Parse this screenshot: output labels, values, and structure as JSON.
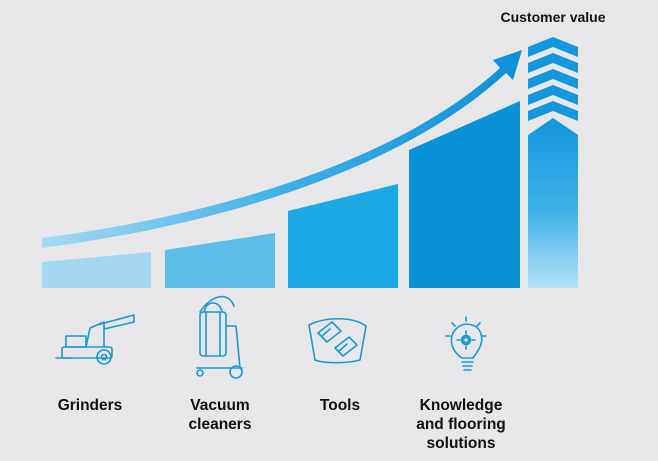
{
  "header": {
    "customer_value_label": "Customer value"
  },
  "categories": [
    {
      "id": "grinders",
      "label": "Grinders",
      "icon": "grinder-machine-icon"
    },
    {
      "id": "vacuum",
      "label": "Vacuum\ncleaners",
      "icon": "vacuum-cleaner-icon"
    },
    {
      "id": "tools",
      "label": "Tools",
      "icon": "diamond-tools-icon"
    },
    {
      "id": "knowledge",
      "label": "Knowledge\nand flooring\nsolutions",
      "icon": "lightbulb-gear-icon"
    }
  ],
  "colors": {
    "background": "#e7e6e8",
    "bar_light": "#a3d6f2",
    "bar_mid": "#5cbbe9",
    "bar_bright": "#1aa6e4",
    "bar_deep": "#0a8fd6",
    "arrow": "#1097dc",
    "icon_stroke": "#1a9ad8"
  }
}
